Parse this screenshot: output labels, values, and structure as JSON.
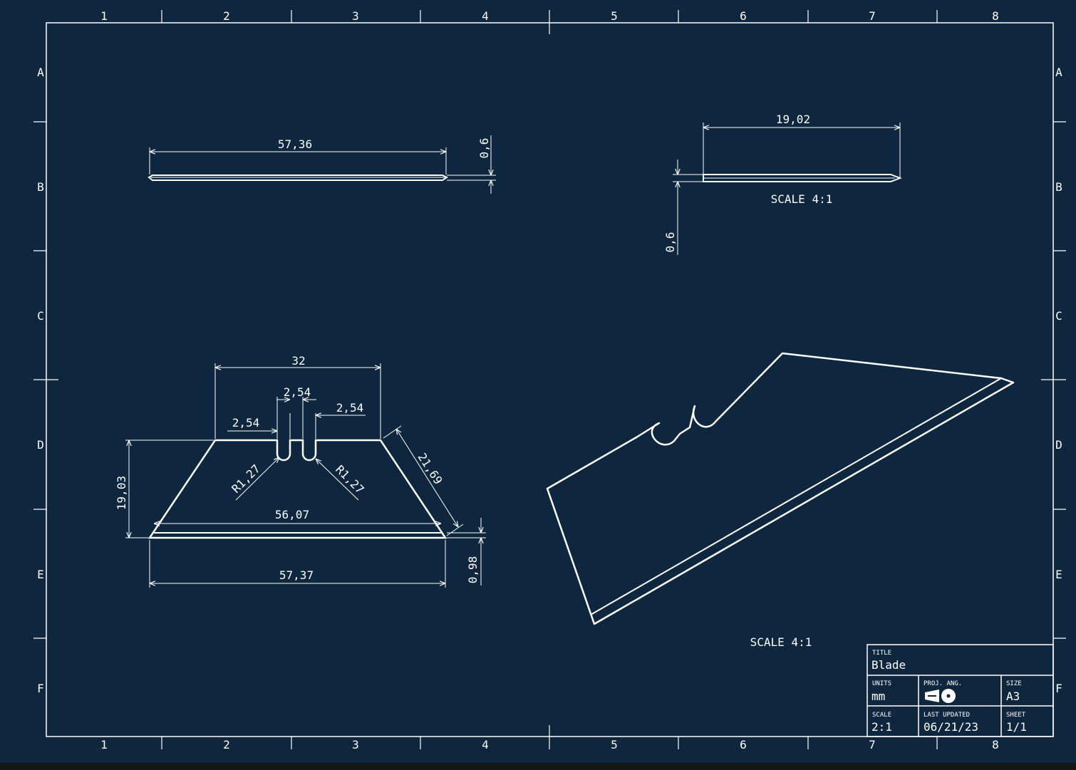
{
  "drawing": {
    "columns": [
      "1",
      "2",
      "3",
      "4",
      "5",
      "6",
      "7",
      "8"
    ],
    "rows": [
      "A",
      "B",
      "C",
      "D",
      "E",
      "F"
    ],
    "views": {
      "edge_view": {
        "length_label": "57,36",
        "thickness_label": "0,6"
      },
      "detail_view": {
        "length_label": "19,02",
        "thickness_label": "0,6",
        "scale_label": "SCALE 4:1"
      },
      "front_view": {
        "top_width_label": "32",
        "slot_width_label": "2,54",
        "left_offset_label": "2,54",
        "right_offset_label": "2,54",
        "height_label": "19,03",
        "left_radius_label": "R1,27",
        "right_radius_label": "R1,27",
        "slant_edge_label": "21,69",
        "inner_width_label": "56,07",
        "bottom_width_label": "57,37",
        "edge_height_label": "0,98"
      },
      "iso_view": {
        "scale_label": "SCALE 4:1"
      }
    },
    "title_block": {
      "title_caption": "TITLE",
      "title_value": "Blade",
      "units_caption": "UNITS",
      "units_value": "mm",
      "proj_caption": "PROJ. ANG.",
      "size_caption": "SIZE",
      "size_value": "A3",
      "scale_caption": "SCALE",
      "scale_value": "2:1",
      "updated_caption": "LAST UPDATED",
      "updated_value": "06/21/23",
      "sheet_caption": "SHEET",
      "sheet_value": "1/1"
    },
    "colors": {
      "background": "#0e273e",
      "lines": "#ffffff"
    }
  }
}
